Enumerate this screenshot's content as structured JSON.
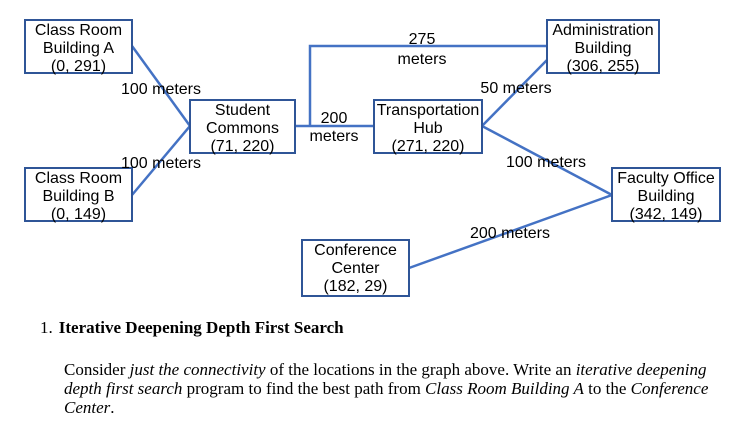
{
  "nodes": [
    {
      "id": "crA",
      "lines": [
        "Class Room",
        "Building A",
        "(0, 291)"
      ]
    },
    {
      "id": "crB",
      "lines": [
        "Class Room",
        "Building B",
        "(0, 149)"
      ]
    },
    {
      "id": "sc",
      "lines": [
        "Student",
        "Commons",
        "(71, 220)"
      ]
    },
    {
      "id": "th",
      "lines": [
        "Transportation",
        "Hub",
        "(271, 220)"
      ]
    },
    {
      "id": "admin",
      "lines": [
        "Administration",
        "Building",
        "(306, 255)"
      ]
    },
    {
      "id": "fo",
      "lines": [
        "Faculty Office",
        "Building",
        "(342, 149)"
      ]
    },
    {
      "id": "cc",
      "lines": [
        "Conference",
        "Center",
        "(182, 29)"
      ]
    }
  ],
  "edges": [
    {
      "from": "crA",
      "to": "sc",
      "lines": [
        "100 meters"
      ]
    },
    {
      "from": "crB",
      "to": "sc",
      "lines": [
        "100 meters"
      ]
    },
    {
      "from": "sc",
      "to": "th",
      "lines": [
        "200",
        "meters"
      ]
    },
    {
      "from": "sc",
      "to": "admin",
      "lines": [
        "275",
        "meters"
      ]
    },
    {
      "from": "th",
      "to": "admin",
      "lines": [
        "50 meters"
      ]
    },
    {
      "from": "th",
      "to": "fo",
      "lines": [
        "100 meters"
      ]
    },
    {
      "from": "fo",
      "to": "cc",
      "lines": [
        "200 meters"
      ]
    }
  ],
  "question": {
    "number": "1.",
    "title": "Iterative Deepening Depth First Search",
    "body": [
      {
        "text": "Consider ",
        "em": false
      },
      {
        "text": "just the connectivity",
        "em": true
      },
      {
        "text": " of the locations in the graph above. Write an ",
        "em": false
      },
      {
        "text": "iterative deepening depth first search",
        "em": true
      },
      {
        "text": " program to find the best path from ",
        "em": false
      },
      {
        "text": "Class Room Building A",
        "em": true
      },
      {
        "text": " to the ",
        "em": false
      },
      {
        "text": "Conference Center",
        "em": true
      },
      {
        "text": ".",
        "em": false
      }
    ]
  }
}
